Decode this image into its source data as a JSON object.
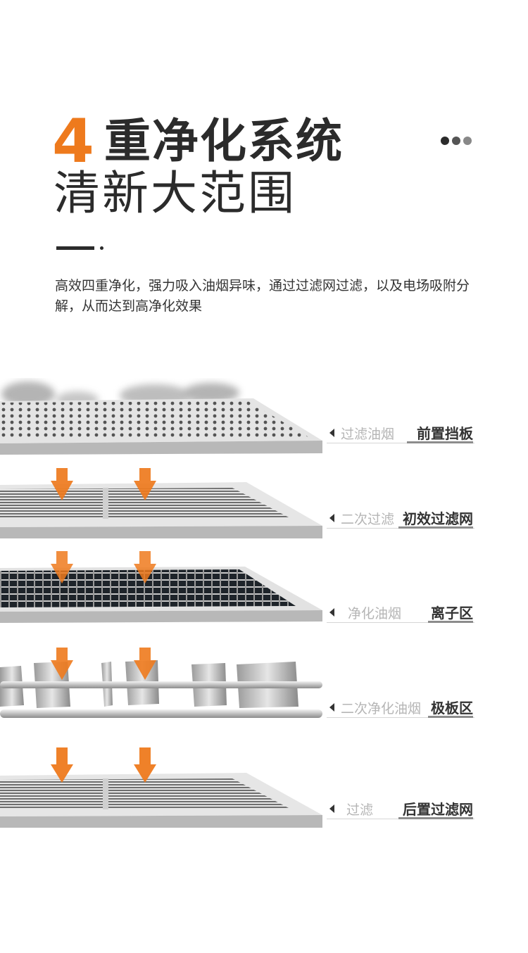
{
  "header": {
    "number": "4",
    "title": "重净化系统",
    "subtitle": "清新大范围",
    "description": "高效四重净化，强力吸入油烟异味，通过过滤网过滤，以及电场吸附分解，从而达到高净化效果"
  },
  "colors": {
    "accent": "#ee7a1d",
    "text": "#2b2b2b",
    "dots": [
      "#2b2b2b",
      "#555555",
      "#888888"
    ]
  },
  "layers": [
    {
      "function": "过滤油烟",
      "name": "前置挡板"
    },
    {
      "function": "二次过滤",
      "name": "初效过滤网"
    },
    {
      "function": "净化油烟",
      "name": "离子区"
    },
    {
      "function": "二次净化油烟",
      "name": "极板区"
    },
    {
      "function": "过滤",
      "name": "后置过滤网"
    }
  ]
}
